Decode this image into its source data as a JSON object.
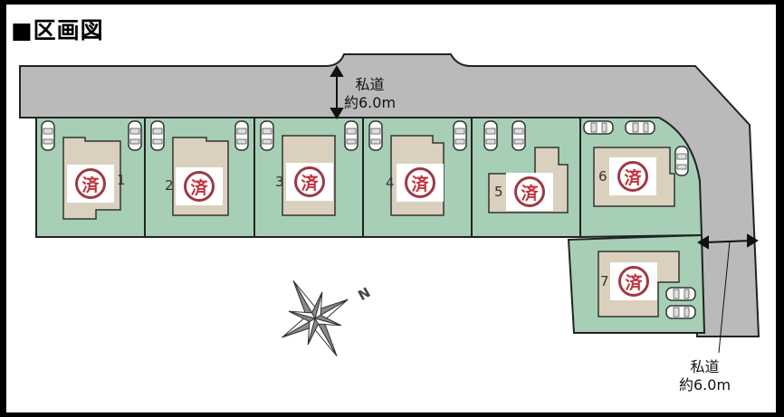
{
  "title": "■区画図",
  "road_top": {
    "name": "私道",
    "width": "約6.0m"
  },
  "road_right": {
    "name": "私道",
    "width": "約6.0m"
  },
  "compass": {
    "label": "N"
  },
  "lots": [
    {
      "number": "1",
      "stamp": "済"
    },
    {
      "number": "2",
      "stamp": "済"
    },
    {
      "number": "3",
      "stamp": "済"
    },
    {
      "number": "4",
      "stamp": "済"
    },
    {
      "number": "5",
      "stamp": "済"
    },
    {
      "number": "6",
      "stamp": "済"
    },
    {
      "number": "7",
      "stamp": "済"
    }
  ],
  "colors": {
    "road": "#bababa",
    "lot": "#a6cfb5",
    "house": "#d9d1bd",
    "stamp": "#c2303c"
  }
}
